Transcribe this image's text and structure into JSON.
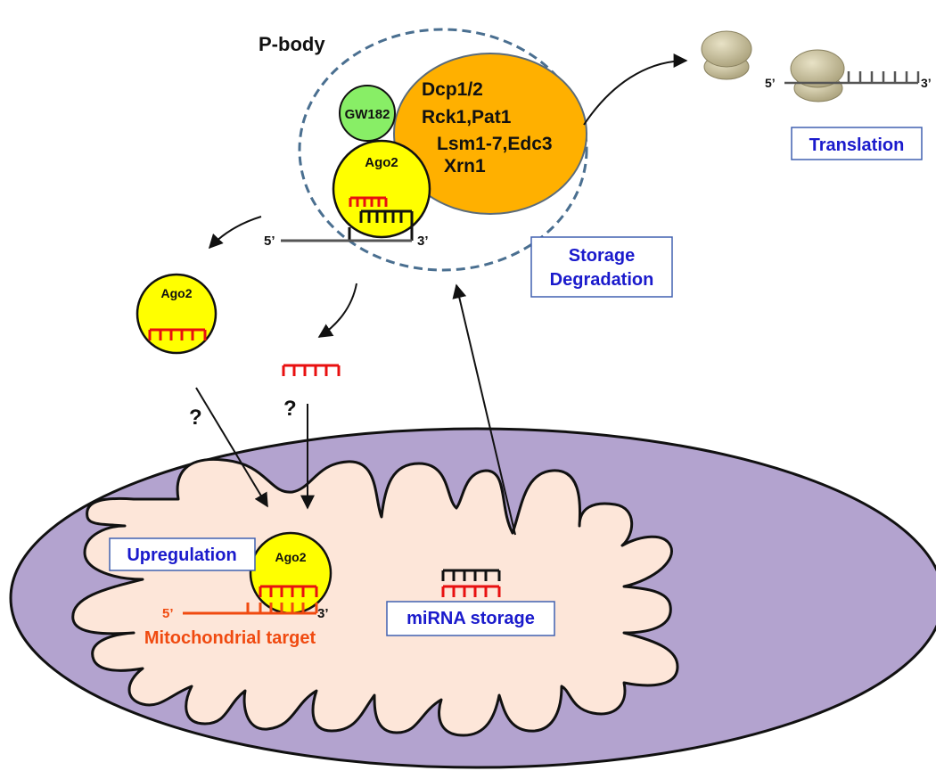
{
  "pbody": {
    "title": "P-body",
    "gw182": "GW182",
    "ago2": "Ago2",
    "proteins": [
      "Dcp1/2",
      "Rck1,Pat1",
      "Lsm1-7,Edc3",
      "Xrn1"
    ],
    "end5": "5’",
    "end3": "3’"
  },
  "storage_box": {
    "line1": "Storage",
    "line2": "Degradation"
  },
  "translation": {
    "label": "Translation",
    "end5": "5’",
    "end3": "3’"
  },
  "free_ago2": {
    "label": "Ago2"
  },
  "question_marks": [
    "?",
    "?"
  ],
  "mito": {
    "upregulation": "Upregulation",
    "ago2": "Ago2",
    "end5": "5’",
    "end3": "3’",
    "target": "Mitochondrial target",
    "storage": "miRNA storage"
  },
  "colors": {
    "yellow": "#ffff00",
    "orange": "#ffb000",
    "green": "#88ee66",
    "mito_outer": "#b3a3cf",
    "mito_inner": "#fde6d9",
    "mirna_red": "#e81010",
    "target_orange": "#f04a10",
    "label_blue": "#1a1acc",
    "ribosome": "#cbc39e"
  }
}
